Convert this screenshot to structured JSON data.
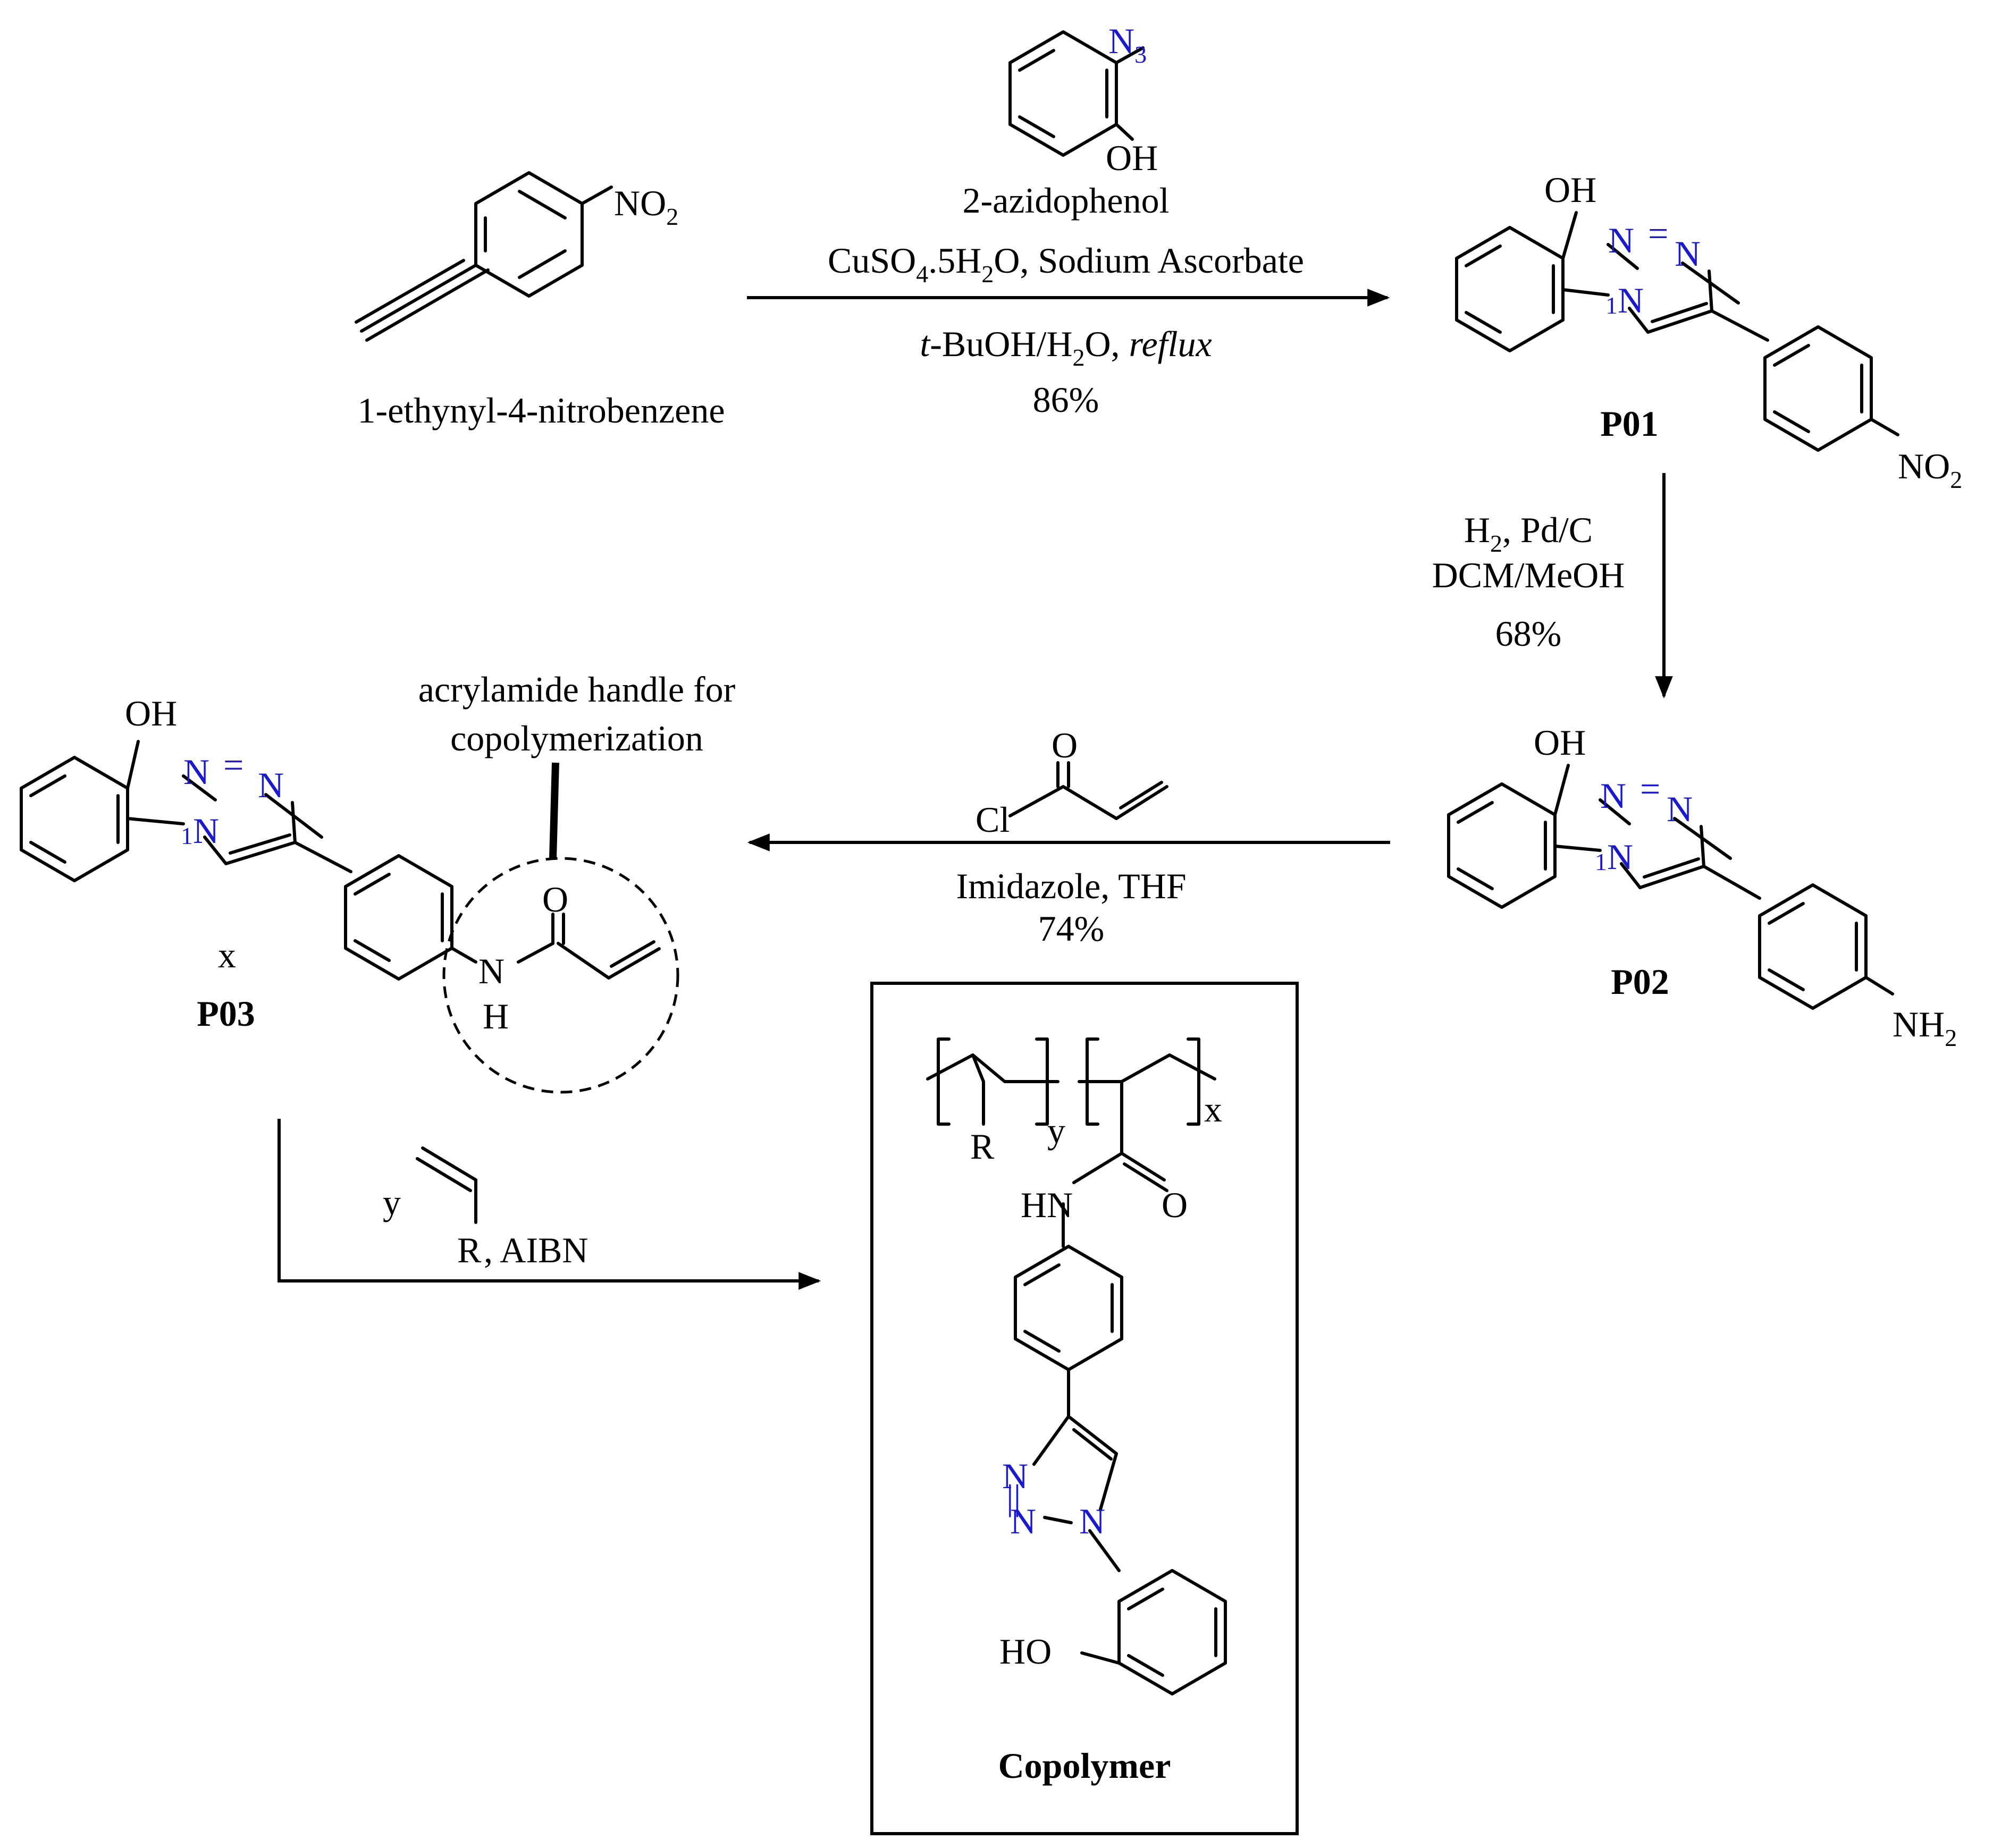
{
  "atoms": {
    "no2_sm": "NO",
    "no2_sub": "2",
    "n3": "N",
    "n3_sub": "3",
    "oh": "OH",
    "ho": "HO",
    "o": "O",
    "h": "H",
    "n": "N",
    "hn": "HN",
    "cl": "Cl",
    "r": "R",
    "x": "x",
    "y": "y",
    "nh2": "NH",
    "nh2_sub": "2",
    "n1": "1",
    "nn": "N",
    "eq": "="
  },
  "reagents": {
    "azidophenol_name": "2-azidophenol",
    "step1_reagents": [
      "CuSO",
      "4",
      ".5H",
      "2",
      "O, Sodium Ascorbate"
    ],
    "step1_solvent_t": "t",
    "step1_solvent_mid": "-BuOH/H",
    "step1_solvent_sub": "2",
    "step1_solvent_o": "O, ",
    "step1_solvent_reflux": "reflux",
    "step1_yield": "86%",
    "step2_h": "H",
    "step2_h_sub": "2",
    "step2_rest": ", Pd/C",
    "step2_solvent": "DCM/MeOH",
    "step2_yield": "68%",
    "step3_reagents": "Imidazole, THF",
    "step3_yield": "74%",
    "step4_aibn": ", AIBN"
  },
  "compounds": {
    "start_name": "1-ethynyl-4-nitrobenzene",
    "p01": "P01",
    "p02": "P02",
    "p03": "P03",
    "copolymer": "Copolymer"
  },
  "annotation": {
    "line1": "acrylamide handle for",
    "line2": "copolymerization"
  },
  "colors": {
    "heteroatom": "#1a1acc",
    "text": "#000000"
  }
}
